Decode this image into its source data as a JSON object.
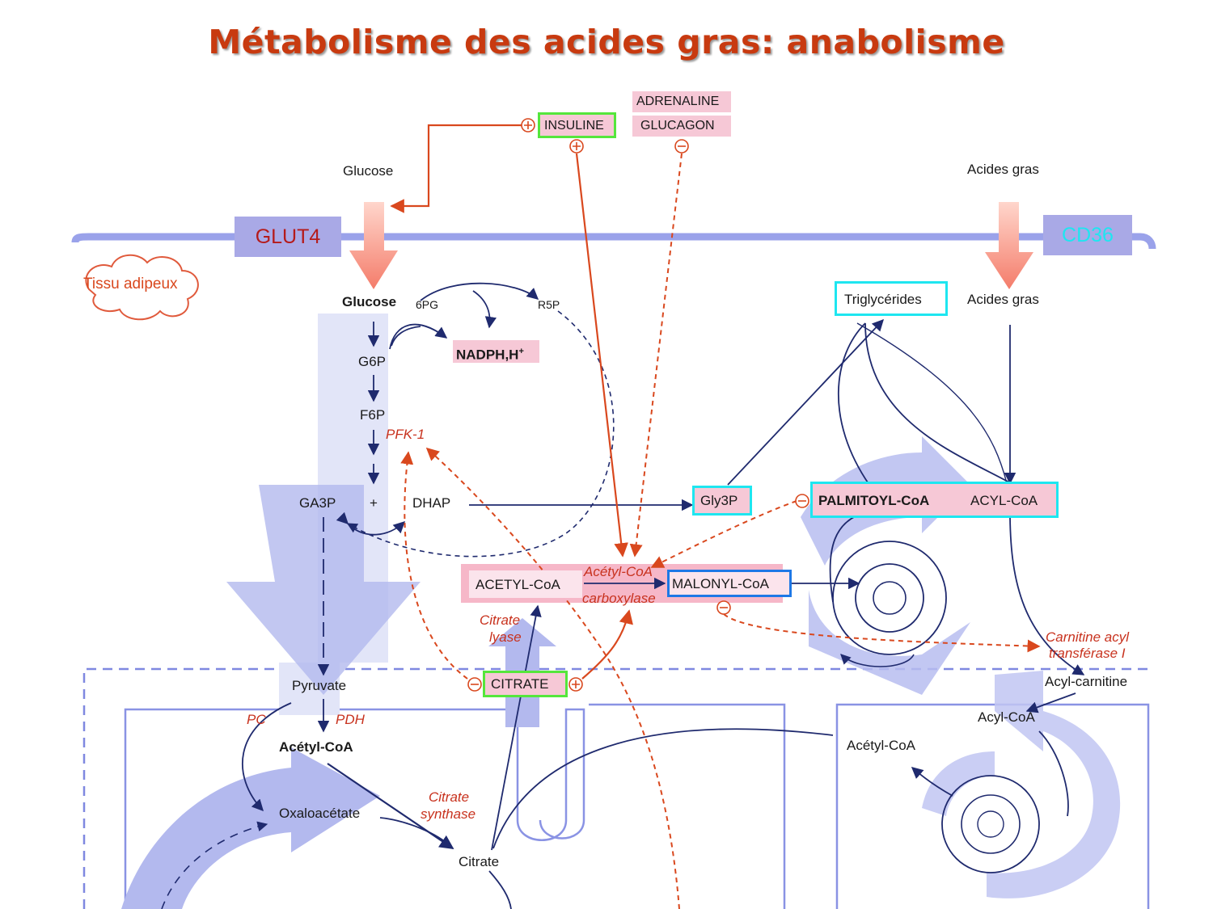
{
  "title": "Métabolisme des acides gras: anabolisme",
  "transporters": {
    "glut4": "GLUT4",
    "cd36": "CD36"
  },
  "tissue": "Tissu adipeux",
  "hormones": {
    "insuline": "INSULINE",
    "adrenaline": "ADRENALINE",
    "glucagon": "GLUCAGON"
  },
  "metabolites": {
    "glucose_ext": "Glucose",
    "acides_gras_ext": "Acides gras",
    "glucose": "Glucose",
    "sixpg": "6PG",
    "r5p": "R5P",
    "nadph": "NADPH,H",
    "g6p": "G6P",
    "f6p": "F6P",
    "ga3p": "GA3P",
    "plus": "+",
    "dhap": "DHAP",
    "gly3p": "Gly3P",
    "triglycerides": "Triglycérides",
    "acides_gras_int": "Acides gras",
    "palmitoyl_coa": "PALMITOYL-CoA",
    "acyl_coa_cyto": "ACYL-CoA",
    "acetyl_coa_cyto": "ACETYL-CoA",
    "malonyl_coa": "MALONYL-CoA",
    "citrate_cyto": "CITRATE",
    "pyruvate": "Pyruvate",
    "acetyl_coa_mito": "Acétyl-CoA",
    "oxaloacetate": "Oxaloacétate",
    "citrate_mito": "Citrate",
    "acyl_carnitine": "Acyl-carnitine",
    "acyl_coa_mito": "Acyl-CoA",
    "acetyl_coa_mito2": "Acétyl-CoA"
  },
  "enzymes": {
    "pfk1": "PFK-1",
    "acc_1": "Acétyl-CoA",
    "acc_2": "carboxylase",
    "citrate_lyase_1": "Citrate",
    "citrate_lyase_2": "lyase",
    "cpt_1": "Carnitine acyl",
    "cpt_2": "transférase I",
    "pc": "PC",
    "pdh": "PDH",
    "citrate_synthase_1": "Citrate",
    "citrate_synthase_2": "synthase"
  },
  "colors": {
    "title": "#c83a10",
    "regulation": "#d9481e",
    "pathway": "#1f2a6e",
    "membrane": "#9aa2ea",
    "highlight_cyan": "#1ee6f0",
    "highlight_green": "#55e63c",
    "highlight_blue": "#1e78e6"
  }
}
